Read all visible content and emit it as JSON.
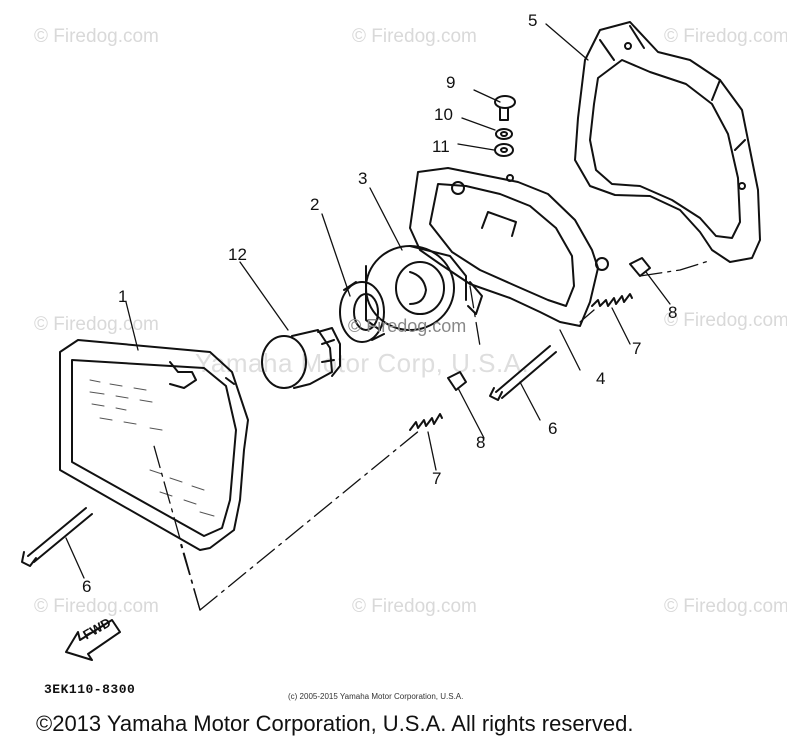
{
  "watermarks": {
    "site": "© Firedog.com",
    "center": "© Firedog.com",
    "maker": "Yamaha Motor Corp, U.S.A."
  },
  "callouts": [
    {
      "id": "1",
      "label": "1"
    },
    {
      "id": "2",
      "label": "2"
    },
    {
      "id": "3",
      "label": "3"
    },
    {
      "id": "4",
      "label": "4"
    },
    {
      "id": "5",
      "label": "5"
    },
    {
      "id": "6a",
      "label": "6"
    },
    {
      "id": "6b",
      "label": "6"
    },
    {
      "id": "7a",
      "label": "7"
    },
    {
      "id": "7b",
      "label": "7"
    },
    {
      "id": "8a",
      "label": "8"
    },
    {
      "id": "8b",
      "label": "8"
    },
    {
      "id": "9",
      "label": "9"
    },
    {
      "id": "10",
      "label": "10"
    },
    {
      "id": "11",
      "label": "11"
    },
    {
      "id": "12",
      "label": "12"
    }
  ],
  "fwd_label": "FWD",
  "diagram_code": "3EK110-8300",
  "small_copyright": "(c) 2005-2015 Yamaha Motor Corporation, U.S.A.",
  "copyright": "©2013 Yamaha Motor Corporation, U.S.A. All rights reserved."
}
